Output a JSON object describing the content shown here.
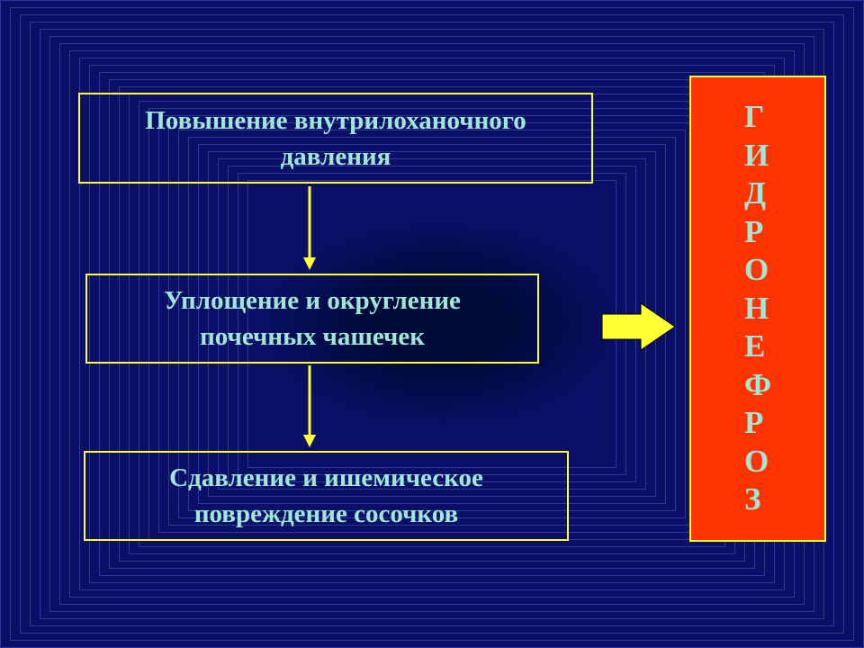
{
  "steps": [
    {
      "line1": "Повышение внутрилоханочного",
      "line2": "давления"
    },
    {
      "line1": "Уплощение и округление",
      "line2": "почечных чашечек"
    },
    {
      "line1": "Сдавление и ишемическое",
      "line2": "повреждение сосочков"
    }
  ],
  "result": {
    "letters": [
      "Г",
      "И",
      "Д",
      "Р",
      "О",
      "Н",
      "Е",
      "Ф",
      "Р",
      "О",
      "З"
    ]
  },
  "colors": {
    "background": "#0b0f66",
    "box_border": "#ffff33",
    "text": "#9fe8d9",
    "result_fill": "#ff3300",
    "arrow": "#ffff33"
  }
}
